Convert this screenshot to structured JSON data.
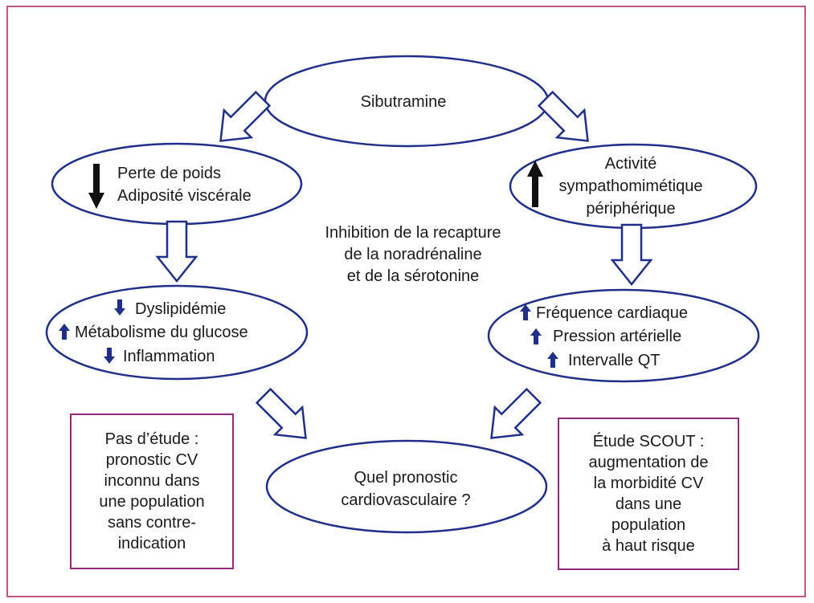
{
  "colors": {
    "frame_border": "#c0587a",
    "ellipse_stroke": "#1f2f8a",
    "hollow_arrow_stroke": "#1f2f8a",
    "up_down_arrow_fill": "#1f2f8a",
    "black_arrow_fill": "#111111",
    "note_box_border": "#8e2a78"
  },
  "nodes": {
    "sibutramine": {
      "lines": [
        "Sibutramine"
      ]
    },
    "weight_loss": {
      "lines": [
        "Perte de poids",
        "Adiposité viscérale"
      ],
      "indicator_icon": "down-arrow-black-icon"
    },
    "sympathetic": {
      "lines": [
        "Activité",
        "sympathomimétique",
        "périphérique"
      ],
      "indicator_icon": "up-arrow-black-icon"
    },
    "metabolic": {
      "items": [
        {
          "label": "Dyslipidémie",
          "icon": "down-arrow-icon"
        },
        {
          "label": "Métabolisme du glucose",
          "icon": "up-arrow-icon"
        },
        {
          "label": "Inflammation",
          "icon": "down-arrow-icon"
        }
      ]
    },
    "cardiac": {
      "items": [
        {
          "label": "Fréquence cardiaque",
          "icon": "up-arrow-icon"
        },
        {
          "label": "Pression artérielle",
          "icon": "up-arrow-icon"
        },
        {
          "label": "Intervalle QT",
          "icon": "up-arrow-icon"
        }
      ]
    },
    "prognosis": {
      "lines": [
        "Quel pronostic",
        "cardiovasculaire ?"
      ]
    }
  },
  "center_text": {
    "lines": [
      "Inhibition de la recapture",
      "de la noradrénaline",
      "et de la sérotonine"
    ]
  },
  "left_note": {
    "lines": [
      "Pas d’étude :",
      "pronostic CV",
      "inconnu dans",
      "une population",
      "sans contre-",
      "indication"
    ]
  },
  "right_note": {
    "lines": [
      "Étude SCOUT :",
      "augmentation de",
      "la morbidité CV",
      "dans une",
      "population",
      "à haut risque"
    ]
  }
}
